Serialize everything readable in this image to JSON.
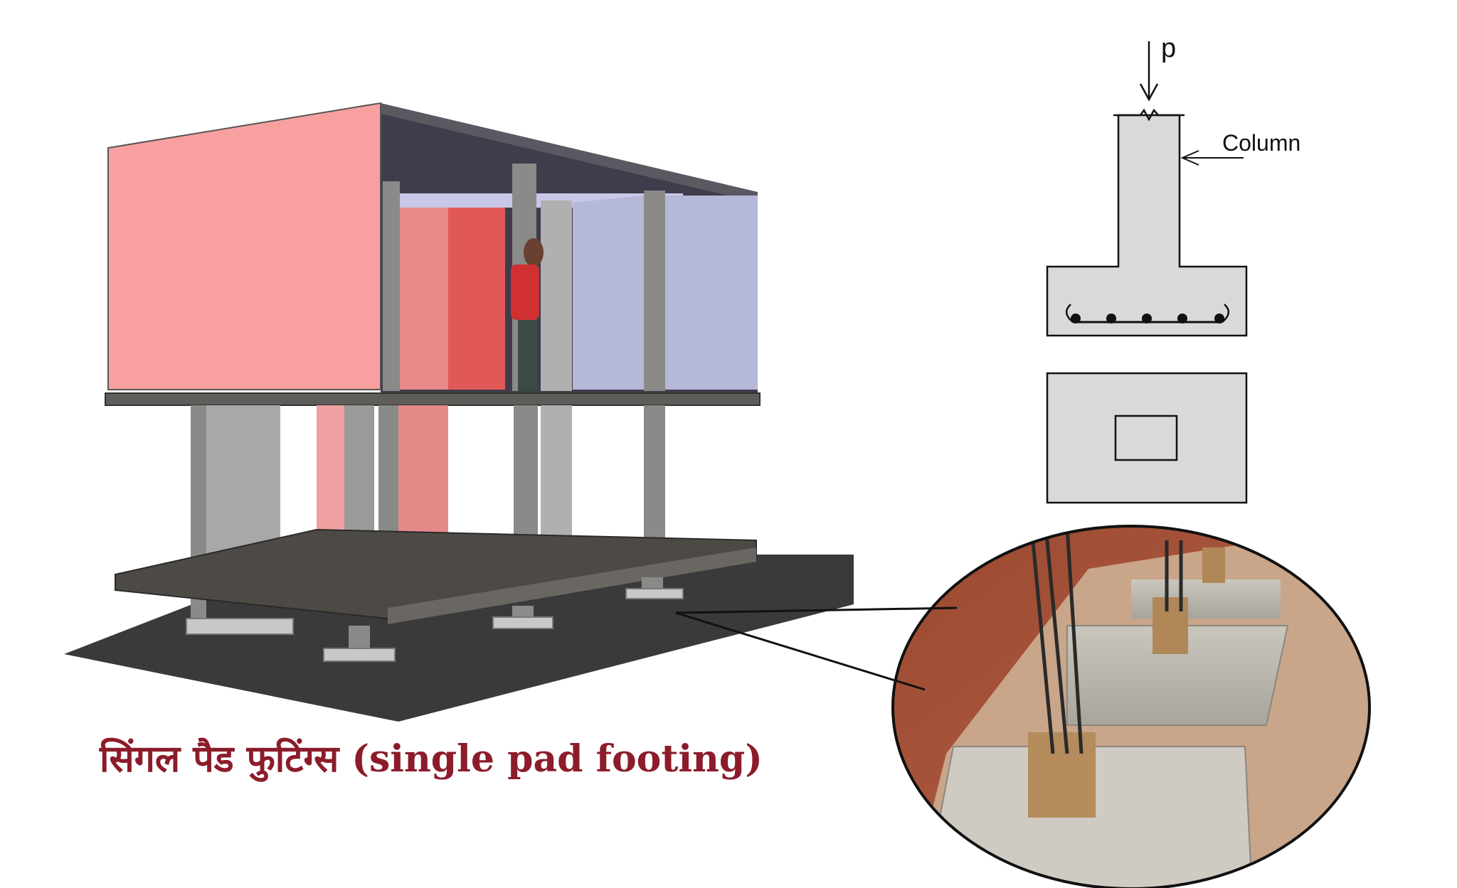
{
  "diagram": {
    "load_label": "p",
    "column_label": "Column",
    "caption": "सिंगल पैड फुटिंग्स (single pad footing)"
  },
  "colors": {
    "caption": "#8c1c2a",
    "wall_pink": "#f8a0a0",
    "wall_red": "#e05858",
    "wall_blue": "#b6b8d8",
    "concrete_grey": "#d8d8d8",
    "slab_dark": "#4d4a45",
    "ground": "#3a3a3a"
  },
  "icons": {
    "load_arrow": "arrow-down-icon",
    "rebar": "rebar-dot-icon"
  }
}
